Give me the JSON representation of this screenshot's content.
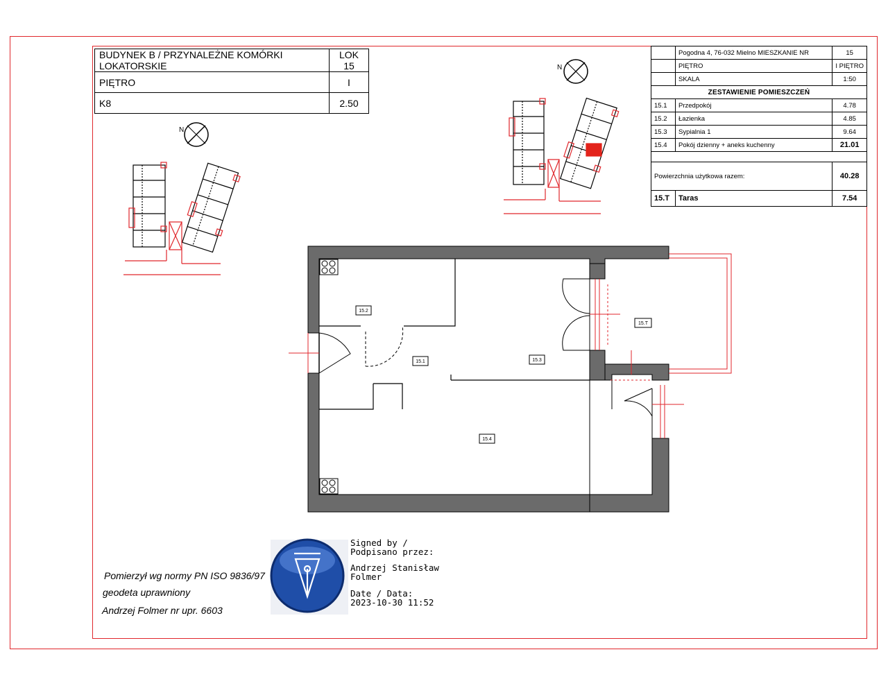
{
  "storage_table": {
    "rows": [
      {
        "label": "BUDYNEK B / PRZYNALEŻNE KOMÓRKI LOKATORSKIE",
        "value": "LOK 15"
      },
      {
        "label": "PIĘTRO",
        "value": "I"
      },
      {
        "label": "K8",
        "value": "2.50"
      }
    ]
  },
  "apartment_table": {
    "address": "Pogodna 4, 76-032 Mielno MIESZKANIE NR",
    "apartment_no": "15",
    "floor_label": "PIĘTRO",
    "floor_value": "I PIĘTRO",
    "scale_label": "SKALA",
    "scale_value": "1:50",
    "heading": "ZESTAWIENIE POMIESZCZEŃ",
    "rooms": [
      {
        "num": "15.1",
        "name": "Przedpokój",
        "area": "4.78"
      },
      {
        "num": "15.2",
        "name": "Łazienka",
        "area": "4.85"
      },
      {
        "num": "15.3",
        "name": "Sypialnia 1",
        "area": "9.64"
      },
      {
        "num": "15.4",
        "name": "Pokój dzienny + aneks kuchenny",
        "area": "21.01"
      }
    ],
    "total_label": "Powierzchnia użytkowa razem:",
    "total_value": "40.28",
    "terrace_num": "15.T",
    "terrace_name": "Taras",
    "terrace_area": "7.54"
  },
  "north_label": "N",
  "plan_labels": {
    "r152": "15.2",
    "r151": "15.1",
    "r153": "15.3",
    "r154": "15.4",
    "r15t": "15.T"
  },
  "surveyor_note": [
    "Pomierzył wg normy  PN ISO 9836/97",
    "geodeta uprawniony",
    "Andrzej Folmer nr upr. 6603"
  ],
  "signature": {
    "signed_by": "Signed by /",
    "signed_by_pl": "Podpisano przez:",
    "name_1": "Andrzej Stanisław",
    "name_2": "Folmer",
    "date_label": "Date / Data:",
    "date_value": "2023-10-30 11:52"
  },
  "colors": {
    "frame_red": "#e0262b",
    "wall_gray": "#6b6b6b",
    "highlight_red": "#e3231b",
    "seal_blue": "#1f4ea8"
  }
}
